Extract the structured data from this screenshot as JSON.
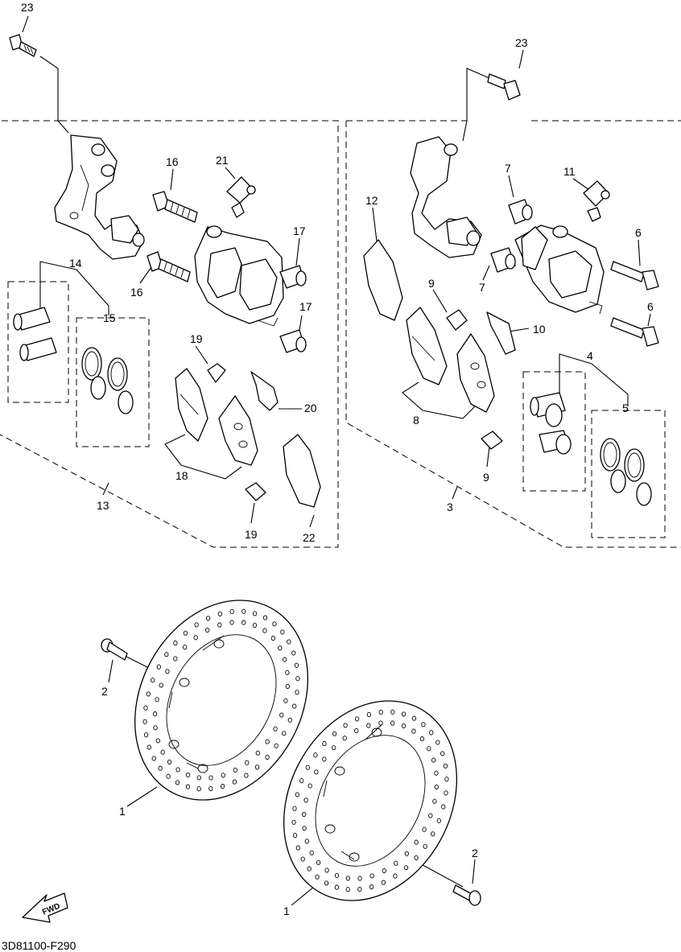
{
  "diagram_code": "3D81100-F290",
  "fwd_label": "FWD",
  "callouts": [
    {
      "id": "c23a",
      "text": "23"
    },
    {
      "id": "c16a",
      "text": "16"
    },
    {
      "id": "c21",
      "text": "21"
    },
    {
      "id": "c17a",
      "text": "17"
    },
    {
      "id": "c16b",
      "text": "16"
    },
    {
      "id": "c17b",
      "text": "17"
    },
    {
      "id": "c14",
      "text": "14"
    },
    {
      "id": "c15",
      "text": "15"
    },
    {
      "id": "c19a",
      "text": "19"
    },
    {
      "id": "c20",
      "text": "20"
    },
    {
      "id": "c18",
      "text": "18"
    },
    {
      "id": "c19b",
      "text": "19"
    },
    {
      "id": "c22",
      "text": "22"
    },
    {
      "id": "c13",
      "text": "13"
    },
    {
      "id": "c23b",
      "text": "23"
    },
    {
      "id": "c12",
      "text": "12"
    },
    {
      "id": "c7a",
      "text": "7"
    },
    {
      "id": "c11",
      "text": "11"
    },
    {
      "id": "c6a",
      "text": "6"
    },
    {
      "id": "c9a",
      "text": "9"
    },
    {
      "id": "c7b",
      "text": "7"
    },
    {
      "id": "c6b",
      "text": "6"
    },
    {
      "id": "c10",
      "text": "10"
    },
    {
      "id": "c4",
      "text": "4"
    },
    {
      "id": "c8",
      "text": "8"
    },
    {
      "id": "c5",
      "text": "5"
    },
    {
      "id": "c9b",
      "text": "9"
    },
    {
      "id": "c3",
      "text": "3"
    },
    {
      "id": "c2a",
      "text": "2"
    },
    {
      "id": "c1a",
      "text": "1"
    },
    {
      "id": "c2b",
      "text": "2"
    },
    {
      "id": "c1b",
      "text": "1"
    }
  ]
}
